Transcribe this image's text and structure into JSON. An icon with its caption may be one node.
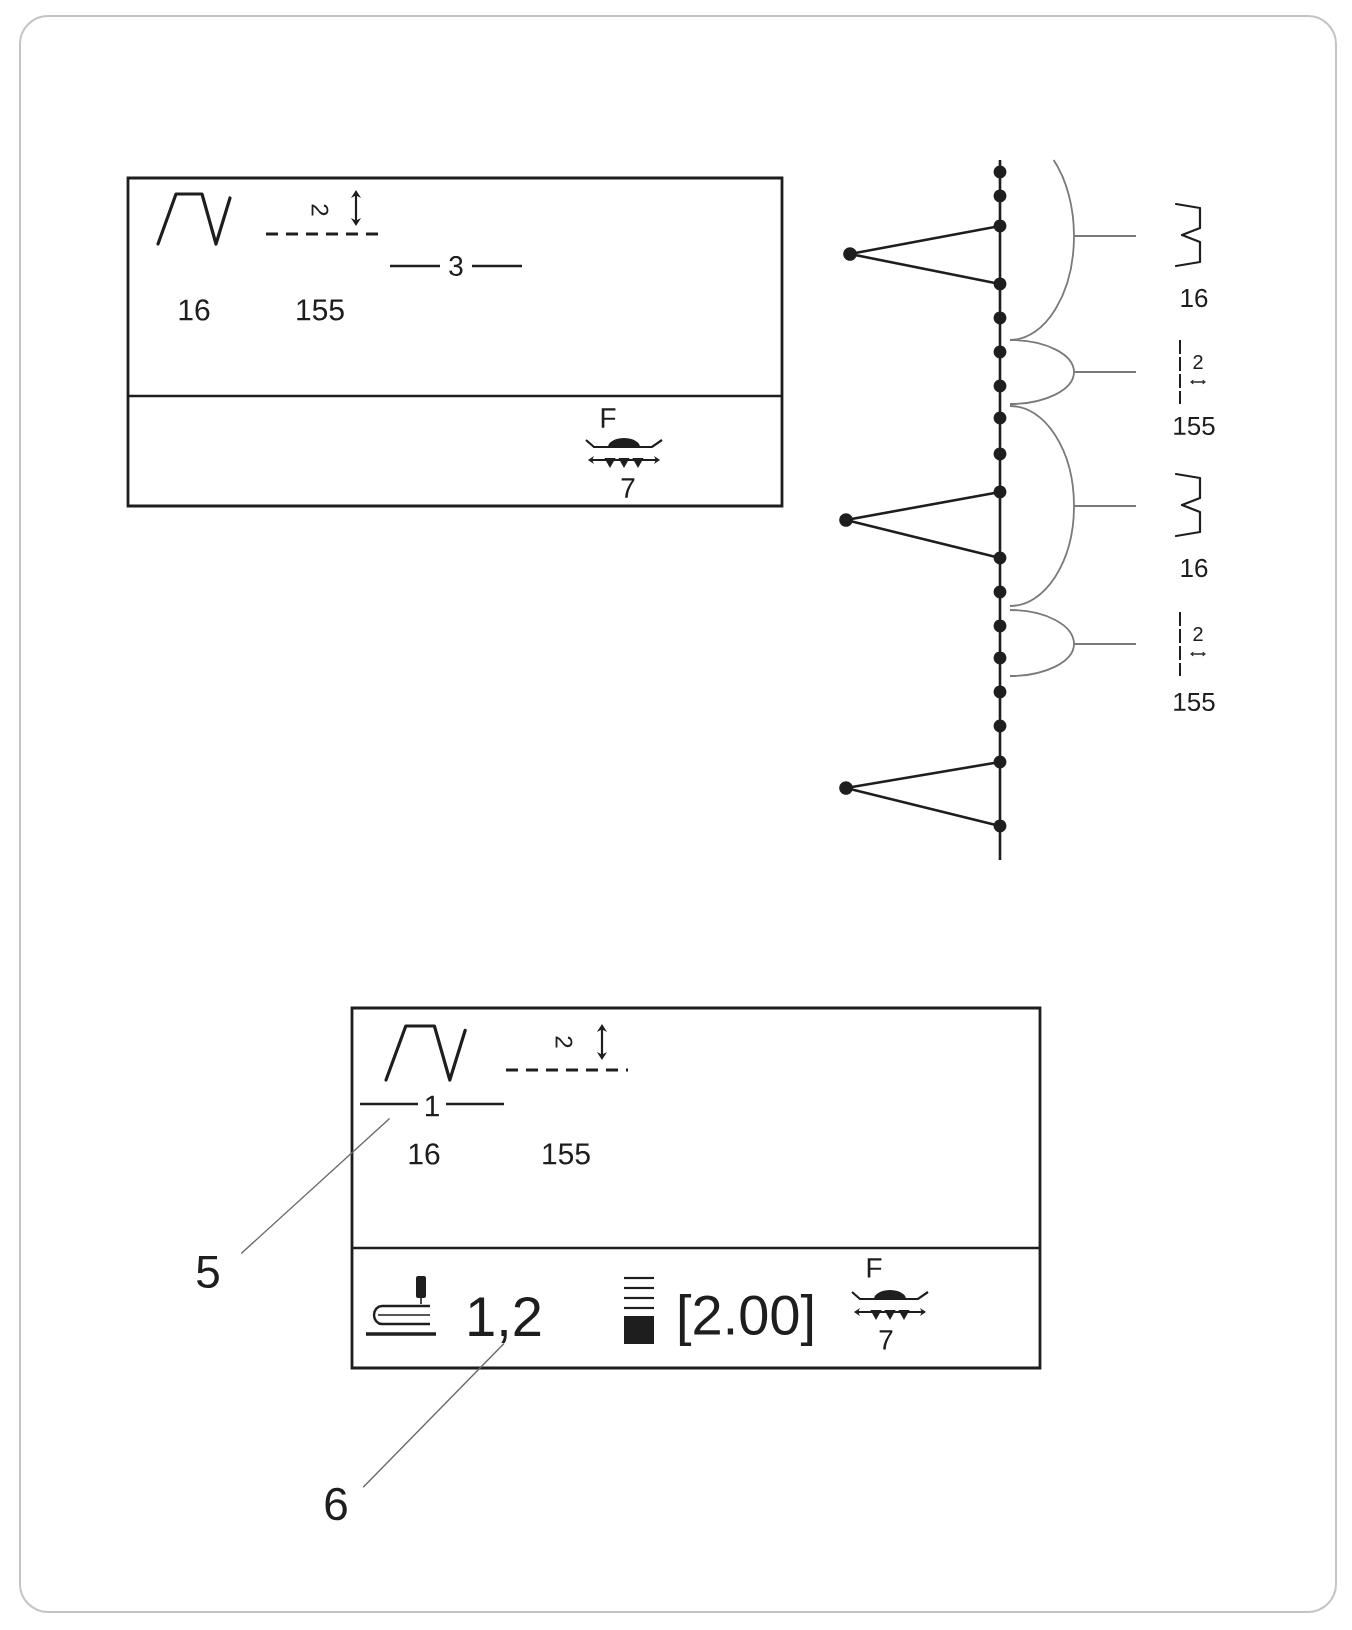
{
  "diagram": {
    "nodes": [
      {
        "text": [
          "2",
          "3",
          "16",
          "155",
          "F",
          "7"
        ]
      },
      {
        "text": [
          "2",
          "16",
          "155",
          "F",
          "[2.00]",
          "7"
        ]
      },
      {
        "text": [
          "1"
        ],
        "in": 1
      },
      {
        "text": [
          "1,2"
        ],
        "in": 1
      },
      {
        "text": [
          "5"
        ]
      },
      {
        "text": [
          "6"
        ]
      }
    ],
    "edges": [
      {
        "from": 4,
        "to": 2,
        "arrow": "none"
      },
      {
        "from": 5,
        "to": 3,
        "arrow": "none"
      }
    ],
    "labels": [
      "16",
      "2",
      "155",
      "16",
      "2",
      "155"
    ]
  }
}
